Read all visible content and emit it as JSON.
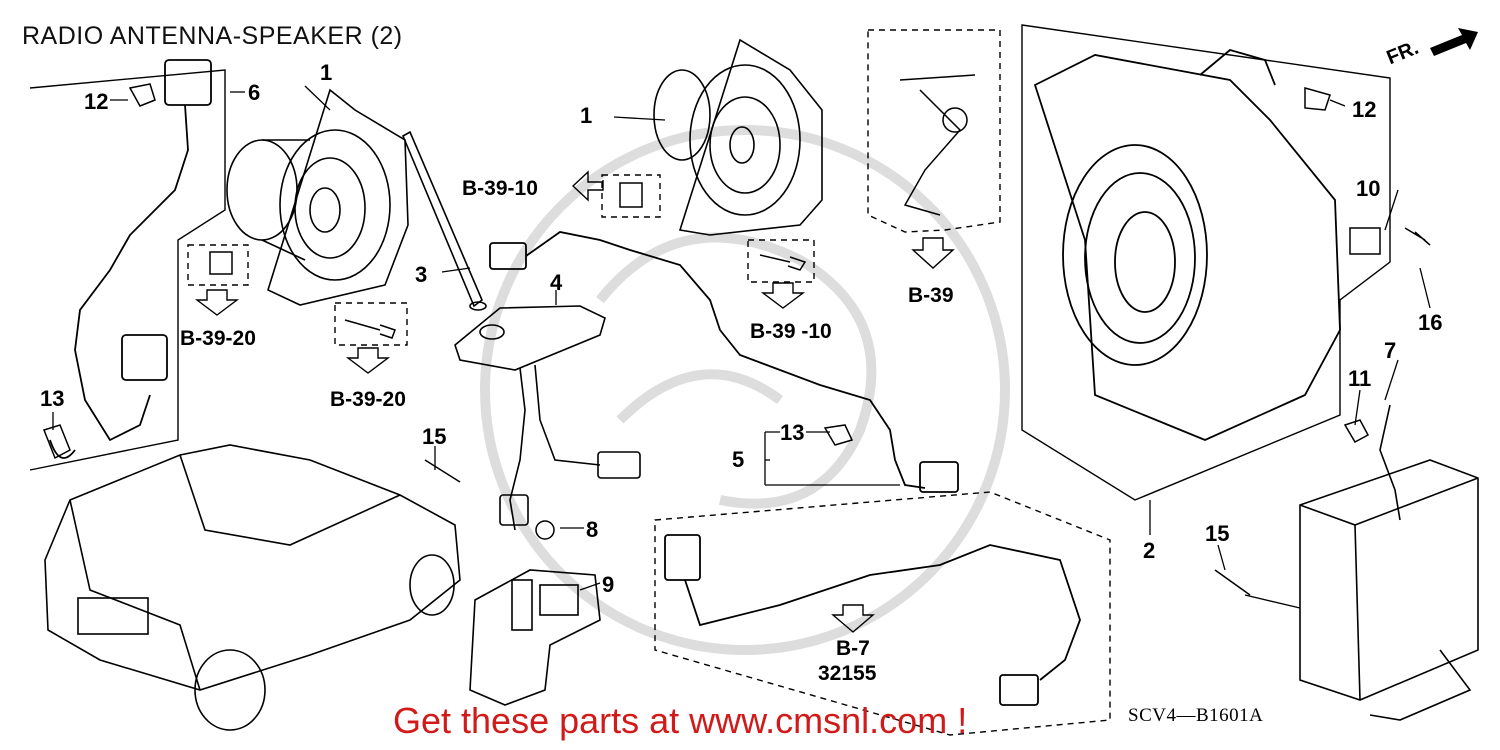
{
  "title": "RADIO ANTENNA-SPEAKER (2)",
  "callouts": {
    "c1a": "1",
    "c1b": "1",
    "c2": "2",
    "c3": "3",
    "c4": "4",
    "c5": "5",
    "c6": "6",
    "c7": "7",
    "c8": "8",
    "c9": "9",
    "c10": "10",
    "c11": "11",
    "c12a": "12",
    "c12b": "12",
    "c13a": "13",
    "c13b": "13",
    "c15a": "15",
    "c15b": "15",
    "c16": "16"
  },
  "refs": {
    "r_b3910_top": "B-39-10",
    "r_b3910_mid": "B-39 -10",
    "r_b3920_left": "B-39-20",
    "r_b3920_mid": "B-39-20",
    "r_b39": "B-39",
    "r_b7": "B-7",
    "r_32155": "32155"
  },
  "front_label": "FR.",
  "diagram_code": "SCV4—B1601A",
  "promo": "Get these parts at www.cmsnl.com !",
  "colors": {
    "line": "#000000",
    "promo": "#d11a1a",
    "watermark": "#cfcfcf"
  }
}
